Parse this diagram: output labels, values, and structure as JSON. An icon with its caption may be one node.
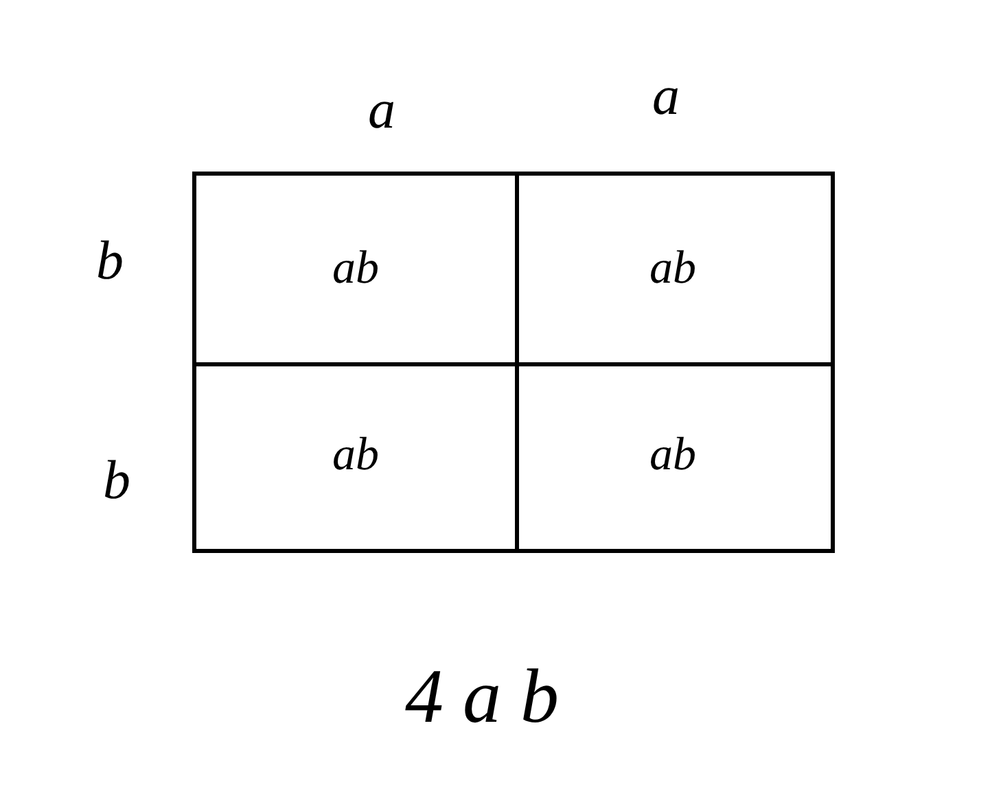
{
  "diagram": {
    "nodes": [
      {
        "text": [
          "ab"
        ]
      },
      {
        "text": [
          "ab"
        ]
      },
      {
        "text": [
          "ab"
        ]
      },
      {
        "text": [
          "ab"
        ]
      }
    ],
    "labels": [
      "a",
      "a",
      "b",
      "b",
      "4 a b"
    ]
  }
}
